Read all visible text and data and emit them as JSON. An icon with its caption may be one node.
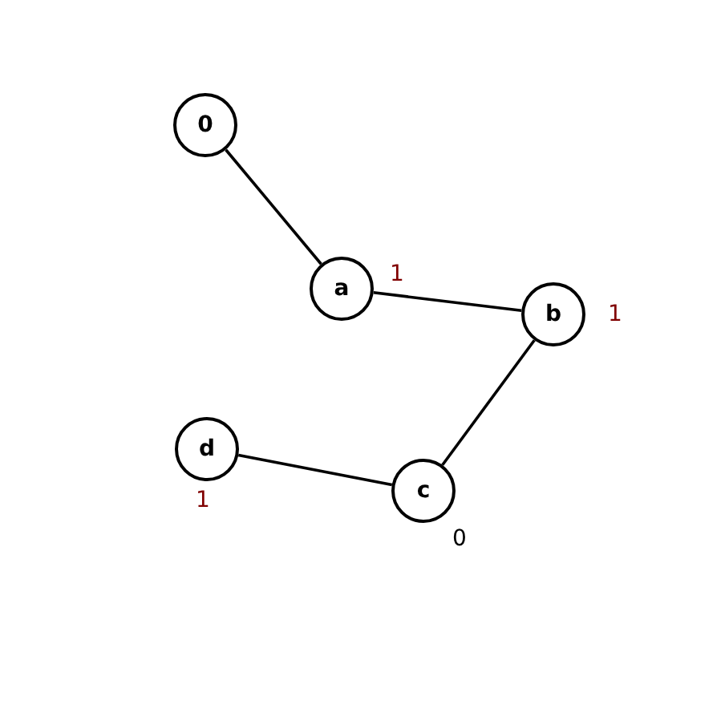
{
  "diagram": {
    "nodes": [
      {
        "text": [
          "0"
        ]
      },
      {
        "text": [
          "a"
        ],
        "beside": [
          "1"
        ]
      },
      {
        "text": [
          "b"
        ],
        "beside": [
          "1"
        ]
      },
      {
        "text": [
          "c"
        ],
        "beside": [
          "0"
        ]
      },
      {
        "text": [
          "d"
        ],
        "beside": [
          "1"
        ]
      }
    ],
    "edges": [
      {
        "from": 0,
        "to": 1,
        "arrow": "none"
      },
      {
        "from": 1,
        "to": 2,
        "arrow": "none"
      },
      {
        "from": 2,
        "to": 3,
        "arrow": "none"
      },
      {
        "from": 4,
        "to": 3,
        "arrow": "none"
      }
    ]
  }
}
